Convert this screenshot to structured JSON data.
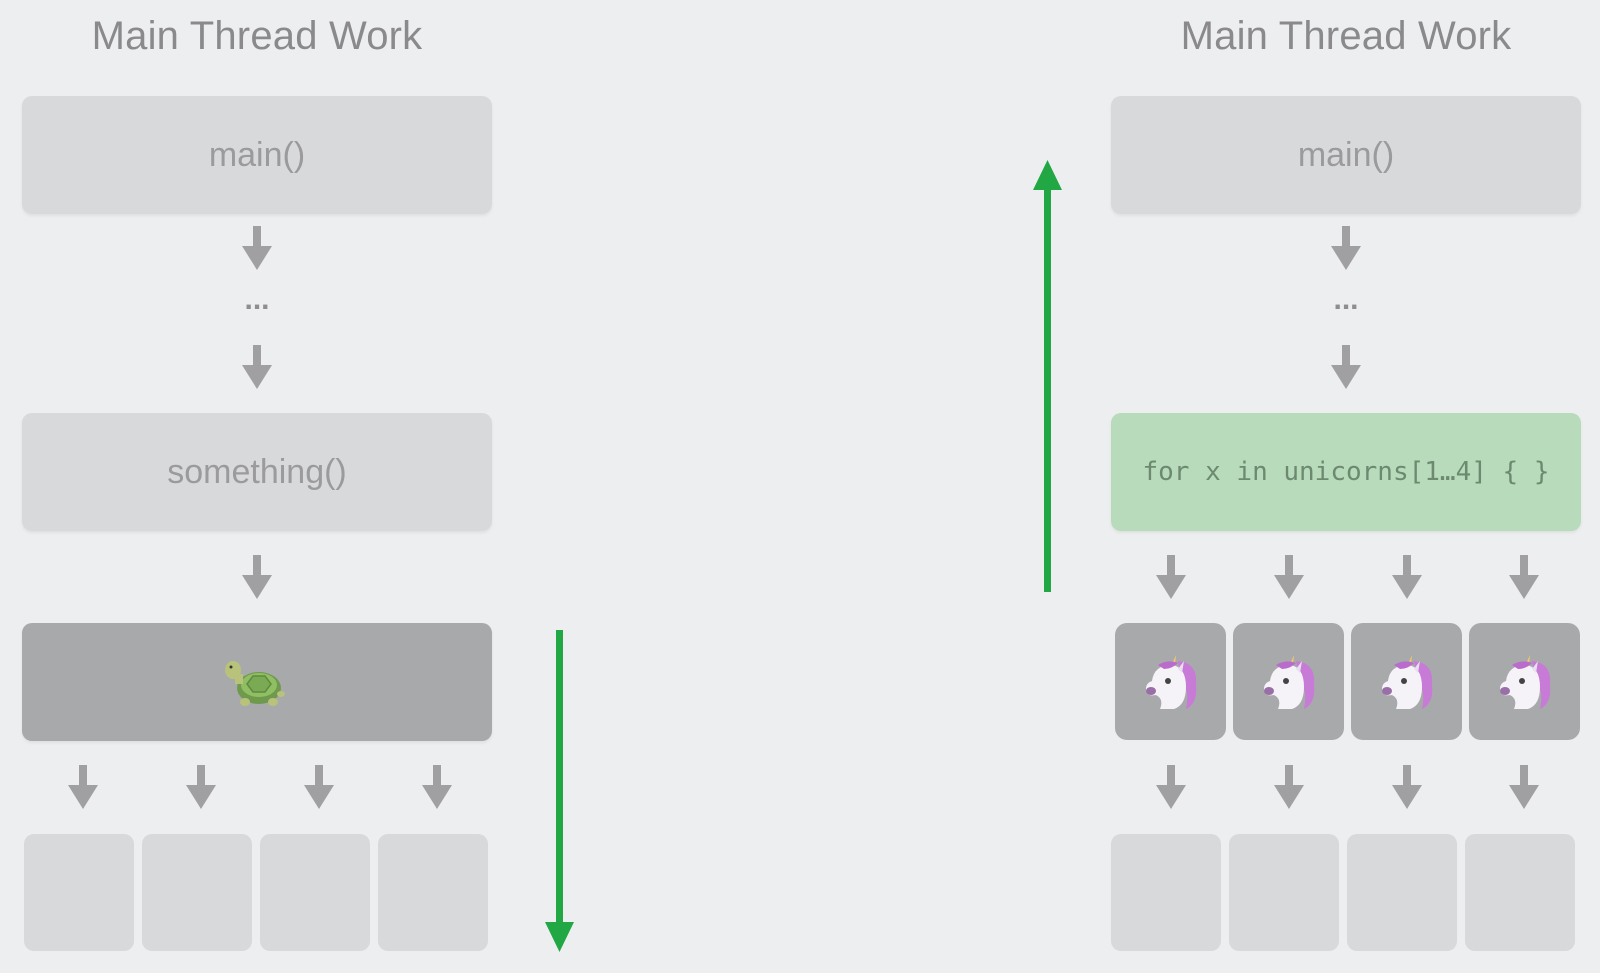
{
  "left": {
    "title": "Main Thread Work",
    "main_label": "main()",
    "ellipsis": "...",
    "something_label": "something()",
    "slow_icon": "turtle-icon"
  },
  "right": {
    "title": "Main Thread Work",
    "main_label": "main()",
    "ellipsis": "...",
    "loop_label": "for x in unicorns[1…4] { }",
    "worker_icon": "unicorn-icon"
  },
  "colors": {
    "background": "#edeef0",
    "box": "#d8d9db",
    "box_dark": "#a8a9ab",
    "loop_box": "#b7dbbb",
    "arrow_gray": "#a0a0a3",
    "arrow_green": "#21a844"
  }
}
